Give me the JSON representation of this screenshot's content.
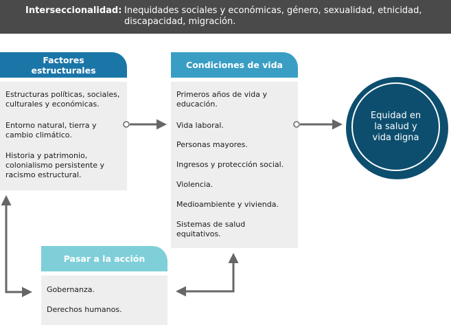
{
  "banner": {
    "label": "Interseccionalidad:",
    "text": "Inequidades sociales y económicas, género, sexualidad, etnicidad, discapacidad, migración."
  },
  "factores": {
    "title": "Factores estructurales",
    "items": [
      "Estructuras políticas, sociales, culturales y económicas.",
      "Entorno natural, tierra y cambio climático.",
      "Historia y patrimonio, colonialismo persistente y racismo estructural."
    ]
  },
  "condiciones": {
    "title": "Condiciones de vida",
    "items": [
      "Primeros años de vida y educación.",
      "Vida laboral.",
      "Personas mayores.",
      "Ingresos y protección social.",
      "Violencia.",
      "Medioambiente y vivienda.",
      "Sistemas de salud equitativos."
    ]
  },
  "accion": {
    "title": "Pasar a la acción",
    "items": [
      "Gobernanza.",
      "Derechos humanos."
    ]
  },
  "equidad": {
    "label": "Equidad en la salud y vida digna"
  },
  "colors": {
    "banner": "#4a4a4a",
    "dark_blue": "#1b76a8",
    "teal": "#3a9ec4",
    "light_teal": "#7ecfd8",
    "navy": "#0d4e6e",
    "box": "#eeeeee",
    "arrow": "#666666"
  }
}
